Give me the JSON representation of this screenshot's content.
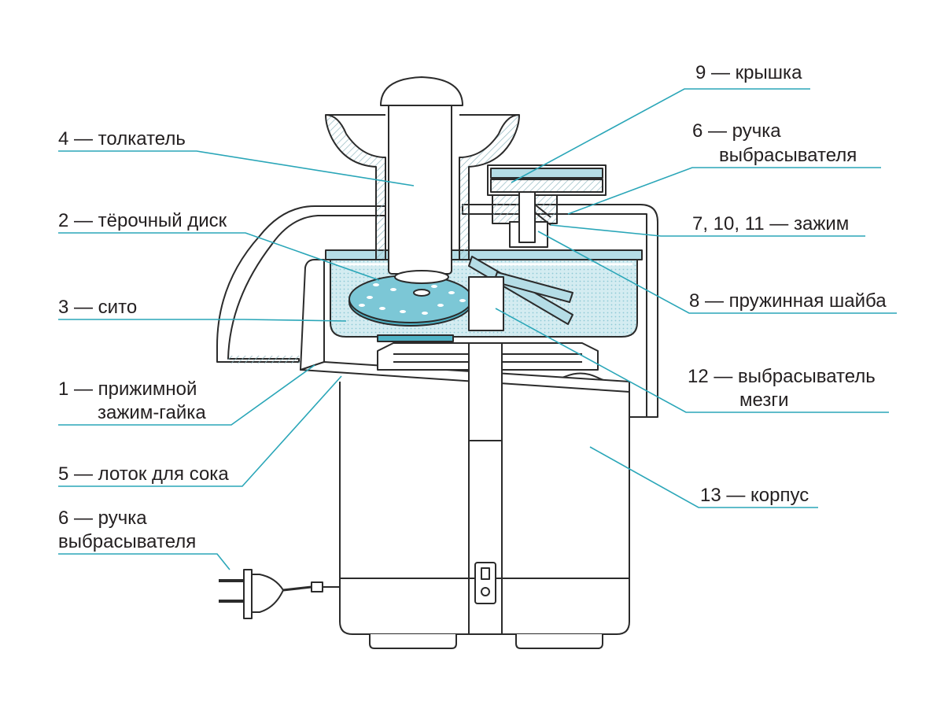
{
  "colors": {
    "outline": "#2b2b2b",
    "leader": "#2aa6b8",
    "fill_light": "#d4ecf1",
    "fill_mid": "#b5dde6",
    "fill_dark": "#4fb3c6",
    "hatch": "#8fb7bf"
  },
  "labels": {
    "item_9": "9 — крышка",
    "item_6_top_1": "6 — ручка",
    "item_6_top_2": "выбрасывателя",
    "item_7_10_11": "7, 10, 11 — зажим",
    "item_8": "8 — пружинная шайба",
    "item_12_1": "12 — выбрасыватель",
    "item_12_2": "мезги",
    "item_13": "13 — корпус",
    "item_4": "4 — толкатель",
    "item_2": "2 — тёрочный диск",
    "item_3": "3 — сито",
    "item_1_1": "1 — прижимной",
    "item_1_2": "зажим-гайка",
    "item_5": "5 — лоток для сока",
    "item_6_bottom_1": "6 — ручка",
    "item_6_bottom_2": "выбрасывателя"
  }
}
